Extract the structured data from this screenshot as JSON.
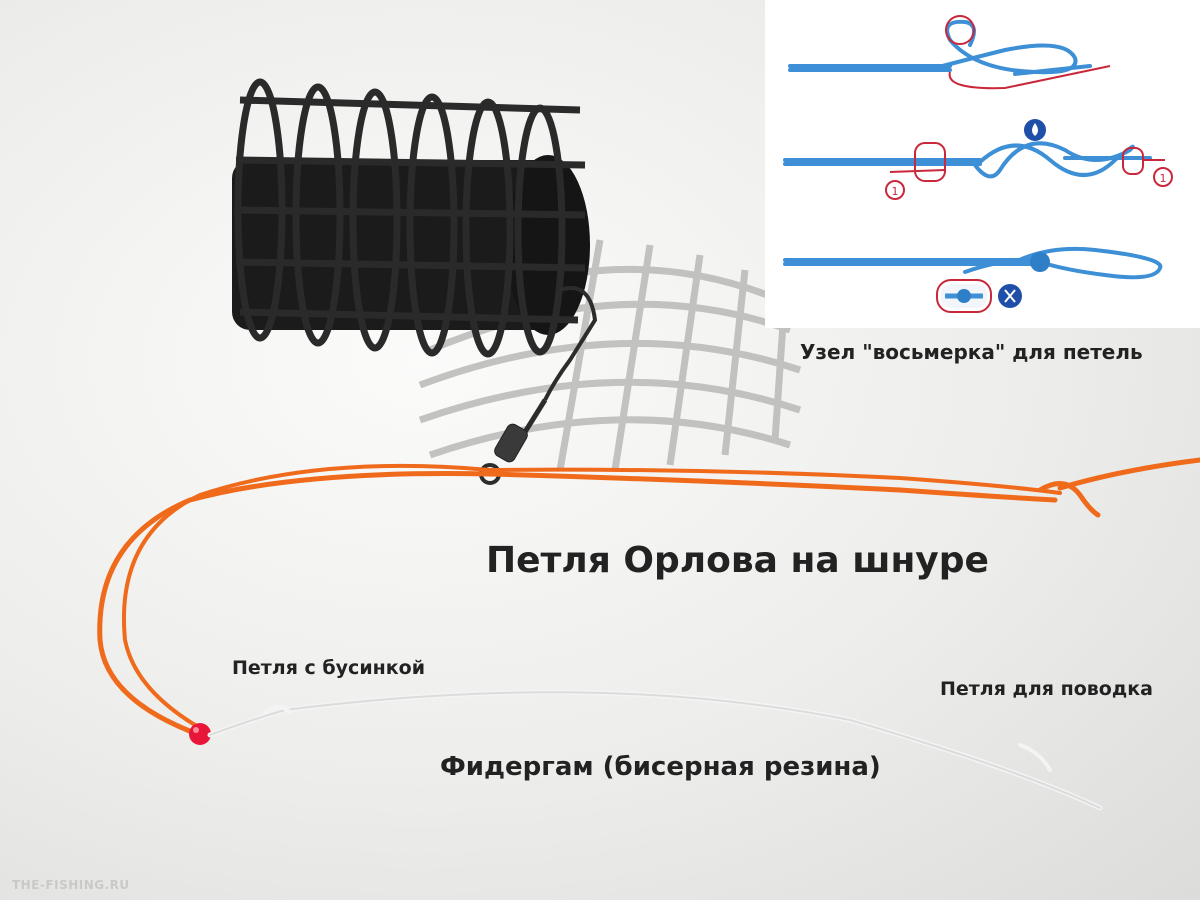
{
  "labels": {
    "knot_title": "Узел \"восьмерка\" для петель",
    "main_title": "Петля Орлова на шнуре",
    "bead_loop": "Петля с бусинкой",
    "leader_loop": "Петля для поводка",
    "feedergum": "Фидергам (бисерная резина)"
  },
  "watermark": "THE-FISHING.RU",
  "knot_diagram": {
    "step_marker": "1"
  },
  "colors": {
    "cord": "#f06a1c",
    "line": "#3d8fd6",
    "marker": "#c9283a",
    "feeder": "#1a1a1a",
    "bead": "#e8173a"
  }
}
